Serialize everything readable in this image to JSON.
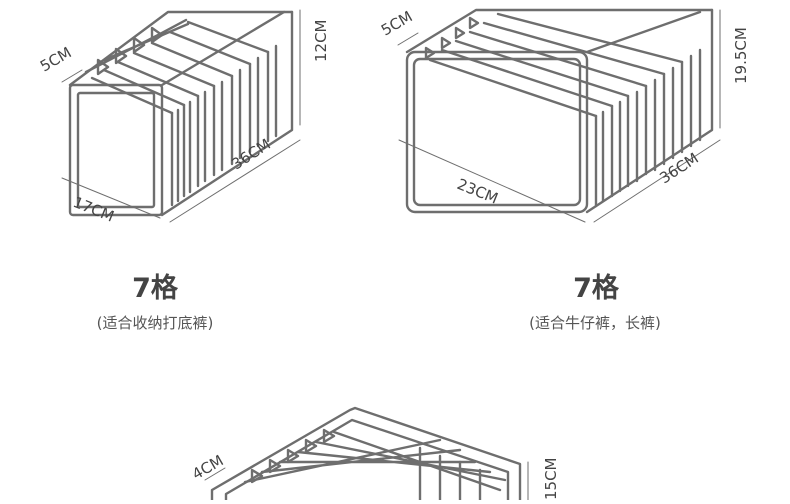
{
  "colors": {
    "line": "#6e6e6e",
    "text": "#444444",
    "background": "#ffffff"
  },
  "products": [
    {
      "width_label": "5CM",
      "height_label": "12CM",
      "length_label": "36CM",
      "depth_label": "17CM",
      "title": "7格",
      "subtitle": "(适合收纳打底裤)"
    },
    {
      "width_label": "5CM",
      "height_label": "19.5CM",
      "length_label": "36CM",
      "depth_label": "23CM",
      "title": "7格",
      "subtitle": "(适合牛仔裤，长裤)"
    },
    {
      "width_label": "4CM",
      "height_label": "15CM"
    }
  ]
}
